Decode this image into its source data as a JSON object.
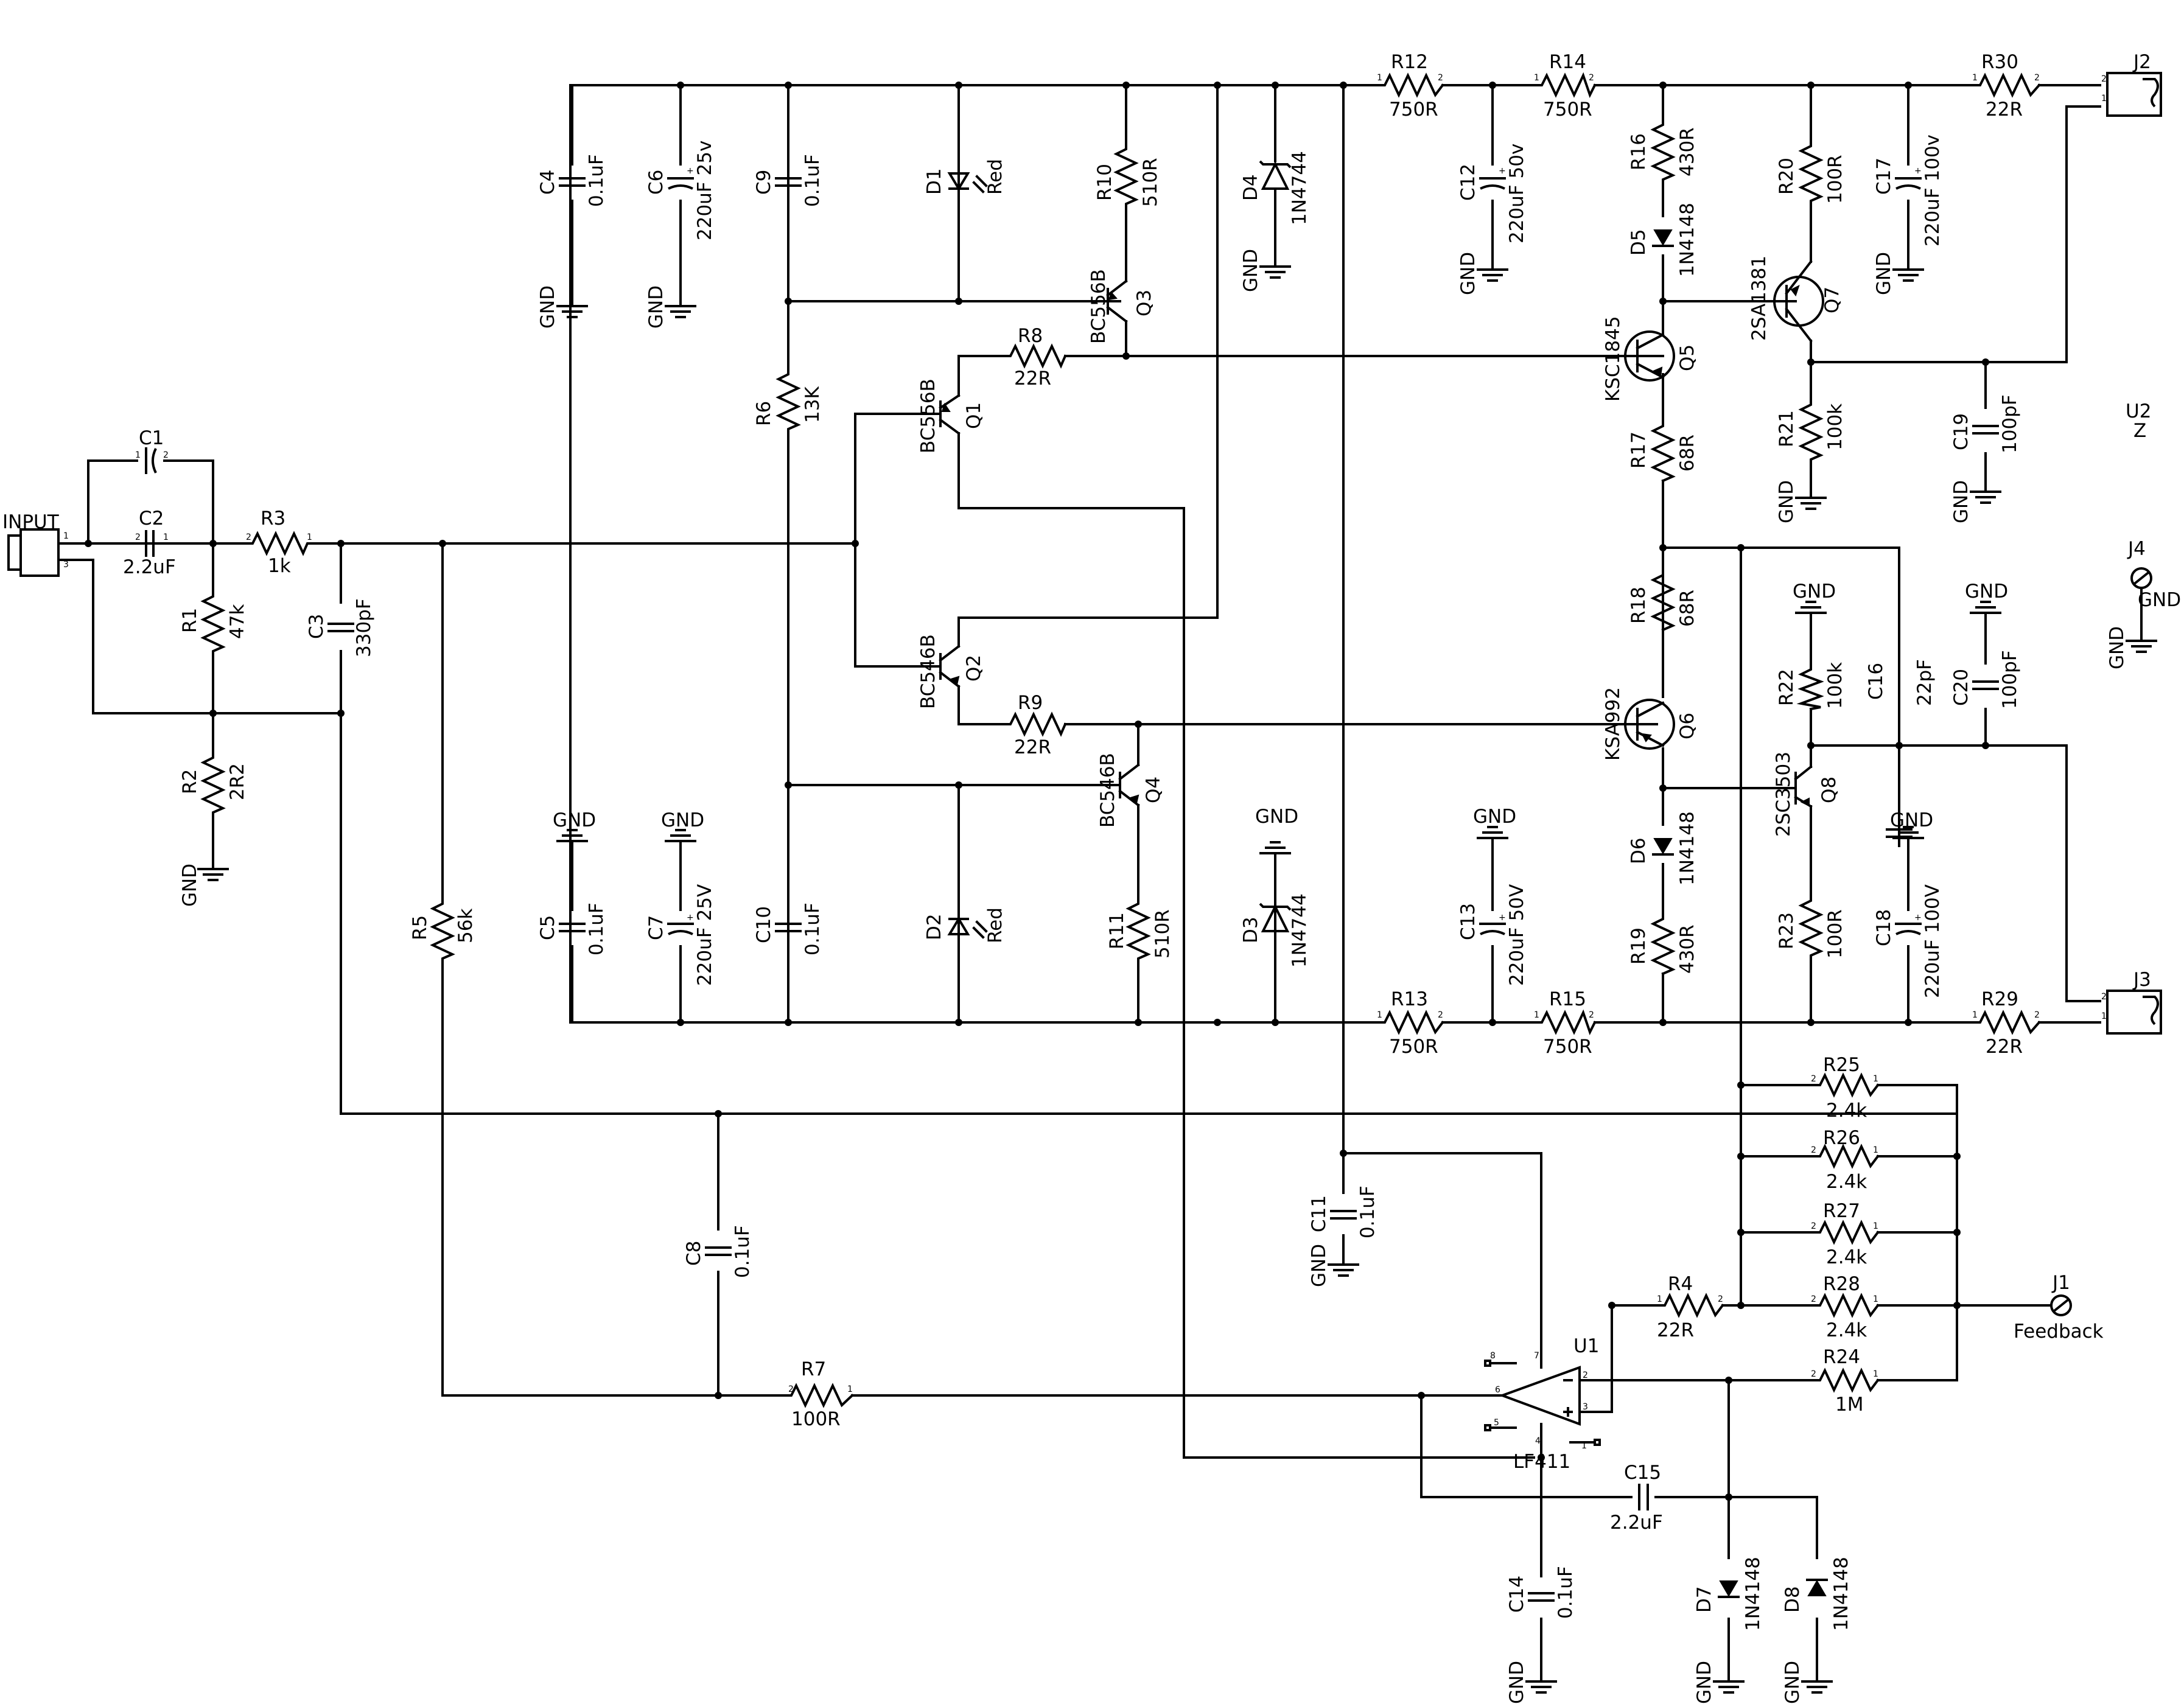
{
  "components": {
    "C1": {
      "ref": "C1"
    },
    "C2": {
      "ref": "C2",
      "value": "2.2uF"
    },
    "C3": {
      "ref": "C3",
      "value": "330pF"
    },
    "C4": {
      "ref": "C4",
      "value": "0.1uF"
    },
    "C5": {
      "ref": "C5",
      "value": "0.1uF"
    },
    "C6": {
      "ref": "C6",
      "value": "220uF 25v"
    },
    "C7": {
      "ref": "C7",
      "value": "220uF 25V"
    },
    "C8": {
      "ref": "C8",
      "value": "0.1uF"
    },
    "C9": {
      "ref": "C9",
      "value": "0.1uF"
    },
    "C10": {
      "ref": "C10",
      "value": "0.1uF"
    },
    "C11": {
      "ref": "C11",
      "value": "0.1uF"
    },
    "C12": {
      "ref": "C12",
      "value": "220uF 50v"
    },
    "C13": {
      "ref": "C13",
      "value": "220uF 50V"
    },
    "C14": {
      "ref": "C14",
      "value": "0.1uF"
    },
    "C15": {
      "ref": "C15",
      "value": "2.2uF"
    },
    "C16": {
      "ref": "C16",
      "value": "22pF"
    },
    "C17": {
      "ref": "C17",
      "value": "220uF 100v"
    },
    "C18": {
      "ref": "C18",
      "value": "220uF 100V"
    },
    "C19": {
      "ref": "C19",
      "value": "100pF"
    },
    "C20": {
      "ref": "C20",
      "value": "100pF"
    },
    "R1": {
      "ref": "R1",
      "value": "47k"
    },
    "R2": {
      "ref": "R2",
      "value": "2R2"
    },
    "R3": {
      "ref": "R3",
      "value": "1k"
    },
    "R4": {
      "ref": "R4",
      "value": "22R"
    },
    "R5": {
      "ref": "R5",
      "value": "56k"
    },
    "R6": {
      "ref": "R6",
      "value": "13K"
    },
    "R7": {
      "ref": "R7",
      "value": "100R"
    },
    "R8": {
      "ref": "R8",
      "value": "22R"
    },
    "R9": {
      "ref": "R9",
      "value": "22R"
    },
    "R10": {
      "ref": "R10",
      "value": "510R"
    },
    "R11": {
      "ref": "R11",
      "value": "510R"
    },
    "R12": {
      "ref": "R12",
      "value": "750R"
    },
    "R13": {
      "ref": "R13",
      "value": "750R"
    },
    "R14": {
      "ref": "R14",
      "value": "750R"
    },
    "R15": {
      "ref": "R15",
      "value": "750R"
    },
    "R16": {
      "ref": "R16",
      "value": "430R"
    },
    "R17": {
      "ref": "R17",
      "value": "68R"
    },
    "R18": {
      "ref": "R18",
      "value": "68R"
    },
    "R19": {
      "ref": "R19",
      "value": "430R"
    },
    "R20": {
      "ref": "R20",
      "value": "100R"
    },
    "R21": {
      "ref": "R21",
      "value": "100k"
    },
    "R22": {
      "ref": "R22",
      "value": "100k"
    },
    "R23": {
      "ref": "R23",
      "value": "100R"
    },
    "R24": {
      "ref": "R24",
      "value": "1M"
    },
    "R25": {
      "ref": "R25",
      "value": "2.4k"
    },
    "R26": {
      "ref": "R26",
      "value": "2.4k"
    },
    "R27": {
      "ref": "R27",
      "value": "2.4k"
    },
    "R28": {
      "ref": "R28",
      "value": "2.4k"
    },
    "R29": {
      "ref": "R29",
      "value": "22R"
    },
    "R30": {
      "ref": "R30",
      "value": "22R"
    },
    "Q1": {
      "ref": "Q1",
      "value": "BC556B"
    },
    "Q2": {
      "ref": "Q2",
      "value": "BC546B"
    },
    "Q3": {
      "ref": "Q3",
      "value": "BC556B"
    },
    "Q4": {
      "ref": "Q4",
      "value": "BC546B"
    },
    "Q5": {
      "ref": "Q5",
      "value": "KSC1845"
    },
    "Q6": {
      "ref": "Q6",
      "value": "KSA992"
    },
    "Q7": {
      "ref": "Q7",
      "value": "2SA1381"
    },
    "Q8": {
      "ref": "Q8",
      "value": "2SC3503"
    },
    "D1": {
      "ref": "D1",
      "value": "Red"
    },
    "D2": {
      "ref": "D2",
      "value": "Red"
    },
    "D3": {
      "ref": "D3",
      "value": "1N4744"
    },
    "D4": {
      "ref": "D4",
      "value": "1N4744"
    },
    "D5": {
      "ref": "D5",
      "value": "1N4148"
    },
    "D6": {
      "ref": "D6",
      "value": "1N4148"
    },
    "D7": {
      "ref": "D7",
      "value": "1N4148"
    },
    "D8": {
      "ref": "D8",
      "value": "1N4148"
    },
    "U1": {
      "ref": "U1",
      "value": "LF411"
    },
    "U2": {
      "ref": "U2",
      "value": "Z"
    },
    "J1": {
      "ref": "J1",
      "value": "Feedback"
    },
    "J2": {
      "ref": "J2"
    },
    "J3": {
      "ref": "J3"
    },
    "J4": {
      "ref": "J4",
      "value": "GND"
    },
    "INPUT": {
      "ref": "INPUT"
    }
  },
  "labels": {
    "gnd": "GND"
  }
}
